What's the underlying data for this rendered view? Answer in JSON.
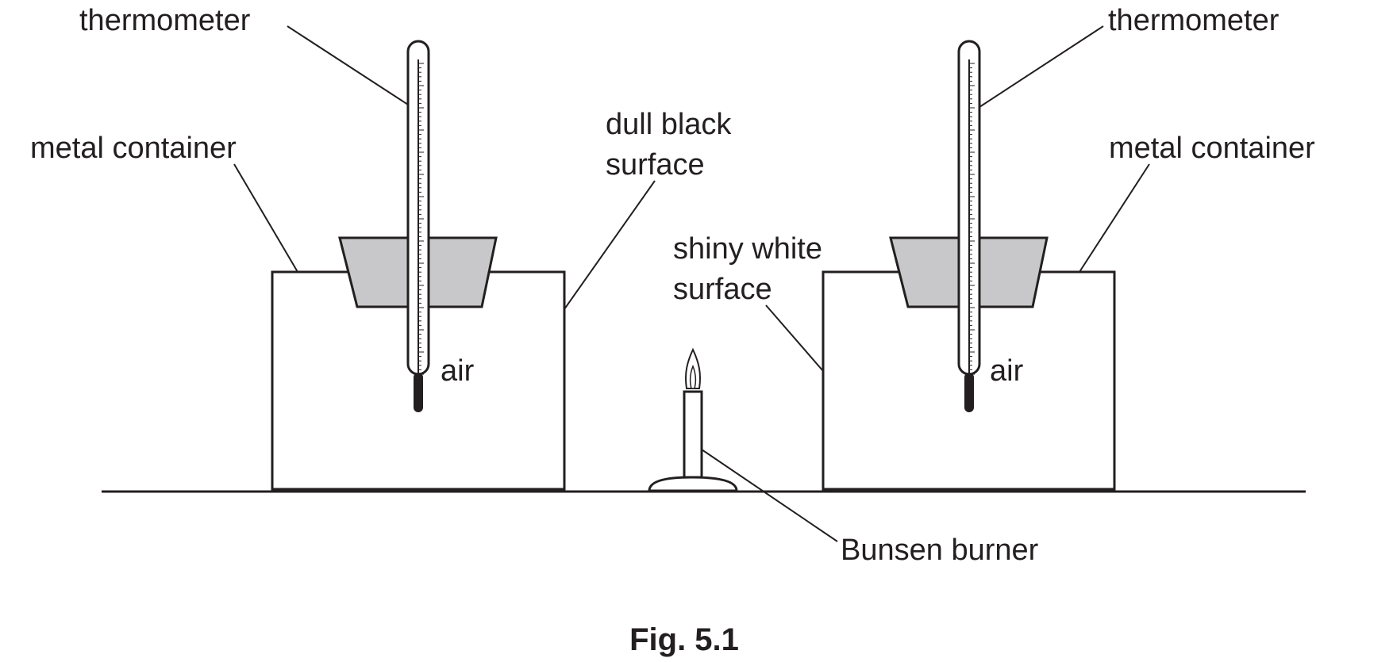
{
  "diagram": {
    "labels": {
      "thermometer_left": "thermometer",
      "thermometer_right": "thermometer",
      "metal_container_left": "metal container",
      "metal_container_right": "metal container",
      "dull_black_line1": "dull black",
      "dull_black_line2": "surface",
      "shiny_white_line1": "shiny white",
      "shiny_white_line2": "surface",
      "air_left": "air",
      "air_right": "air",
      "bunsen_burner": "Bunsen burner"
    },
    "caption": "Fig. 5.1"
  },
  "colors": {
    "ink": "#231f20",
    "stopper": "#c8c8ca",
    "background": "#ffffff"
  }
}
